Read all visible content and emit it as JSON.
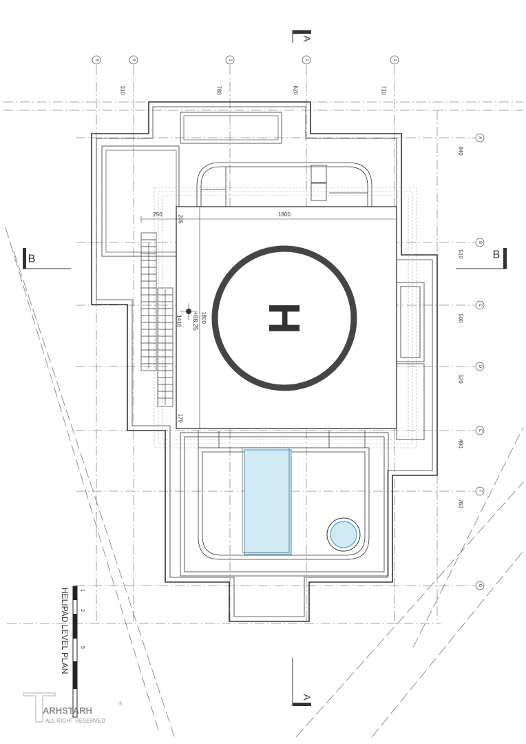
{
  "plan": {
    "title": "HELIPAD LEVEL PLAN",
    "helipad_letter": "H",
    "section_a": "A",
    "section_b": "B",
    "grid_top_labels": [
      "5",
      "4",
      "3",
      "2",
      "1"
    ],
    "grid_right_labels": [
      "A",
      "B",
      "C",
      "D",
      "E",
      "F",
      "G"
    ],
    "dims_top": [
      "310",
      "780",
      "620",
      "710"
    ],
    "dims_right": [
      "840",
      "510",
      "500",
      "520",
      "490",
      "760"
    ],
    "dim_pad_width": "1800",
    "dim_pad_height": "1800",
    "dim_left_a": "250",
    "dim_left_b": "205",
    "dim_stair": "1416",
    "dim_bottom_left": "179",
    "level_mark": "+88.25",
    "scale_labels": [
      "1",
      "2",
      "5"
    ]
  },
  "watermark": {
    "brand": "ARHSTARH",
    "registered": "®",
    "rights": "ALL RIGHT RESERVED"
  },
  "colors": {
    "line": "#333333",
    "pool_fill": "#cfeaf5",
    "pool_stroke": "#4aa3c8",
    "pad_ring": "#454545"
  }
}
